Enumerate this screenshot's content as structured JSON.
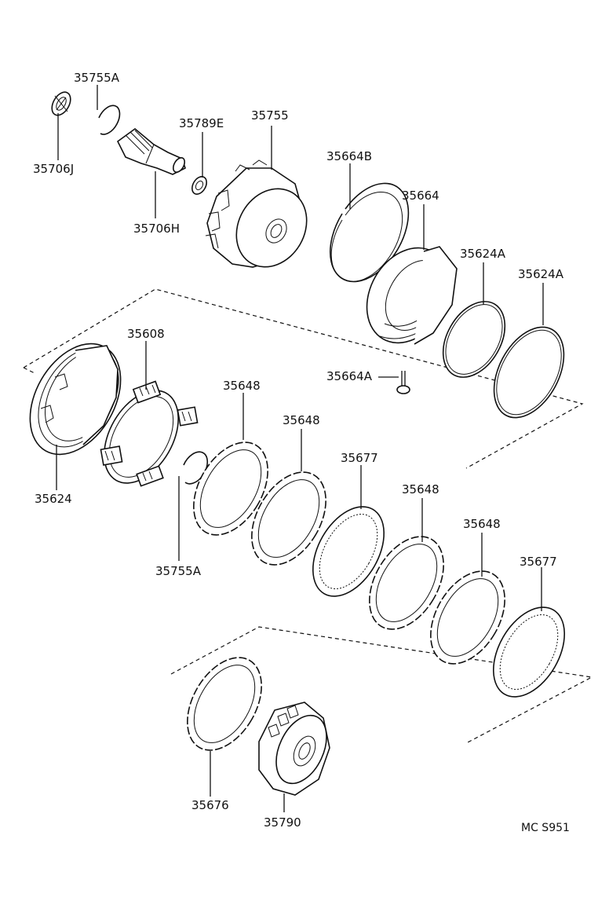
{
  "diagram": {
    "labels": {
      "p35755A_top": "35755A",
      "p35706J": "35706J",
      "p35789E": "35789E",
      "p35755": "35755",
      "p35706H": "35706H",
      "p35664B": "35664B",
      "p35664": "35664",
      "p35624A_1": "35624A",
      "p35624A_2": "35624A",
      "p35608": "35608",
      "p35664A": "35664A",
      "p35648_1": "35648",
      "p35648_2": "35648",
      "p35677_1": "35677",
      "p35648_3": "35648",
      "p35648_4": "35648",
      "p35677_2": "35677",
      "p35624": "35624",
      "p35755A_mid": "35755A",
      "p35676": "35676",
      "p35790": "35790"
    },
    "code": "MC  S951"
  }
}
